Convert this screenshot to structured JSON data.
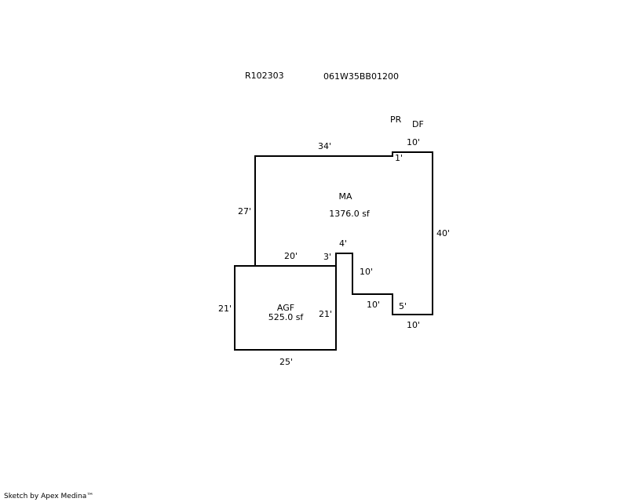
{
  "header": {
    "parcel_id": "R102303",
    "map_number": "061W35BB01200"
  },
  "areas": [
    {
      "code": "MA",
      "area": "1376.0 sf"
    },
    {
      "code": "AGF",
      "area": "525.0 sf"
    },
    {
      "code": "PR"
    },
    {
      "code": "DF"
    }
  ],
  "dimensions": {
    "ma_top": "34'",
    "ma_step": "1'",
    "df_top": "10'",
    "ma_left": "27'",
    "ma_right": "40'",
    "ma_bottom_right": "10'",
    "ma_notch_up": "5'",
    "ma_notch_bottom": "10'",
    "ma_notch_side": "10'",
    "ma_notch_top": "4'",
    "ma_notch_left": "3'",
    "agf_top": "20'",
    "agf_left": "21'",
    "agf_right": "21'",
    "agf_bottom": "25'"
  },
  "footer": "Sketch by Apex Medina™"
}
